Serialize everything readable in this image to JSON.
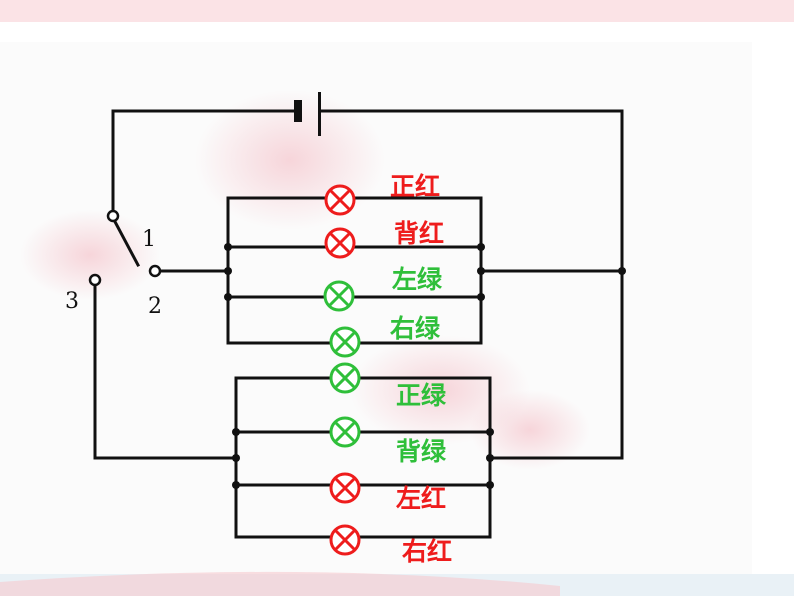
{
  "switch": {
    "terminal_1": "1",
    "terminal_2": "2",
    "terminal_3": "3"
  },
  "groups": [
    {
      "name": "group-a",
      "lamps": [
        {
          "label": "正红",
          "color": "#ee1c1c"
        },
        {
          "label": "背红",
          "color": "#ee1c1c"
        },
        {
          "label": "左绿",
          "color": "#2fbf3a"
        },
        {
          "label": "右绿",
          "color": "#2fbf3a"
        }
      ]
    },
    {
      "name": "group-b",
      "lamps": [
        {
          "label": "正绿",
          "color": "#2fbf3a"
        },
        {
          "label": "背绿",
          "color": "#2fbf3a"
        },
        {
          "label": "左红",
          "color": "#ee1c1c"
        },
        {
          "label": "右红",
          "color": "#ee1c1c"
        }
      ]
    }
  ],
  "colors": {
    "wire": "#111111",
    "red": "#ee1c1c",
    "green": "#2fbf3a",
    "top_band": "#fbe3e6",
    "bottom_band": "#e9f1f6"
  }
}
